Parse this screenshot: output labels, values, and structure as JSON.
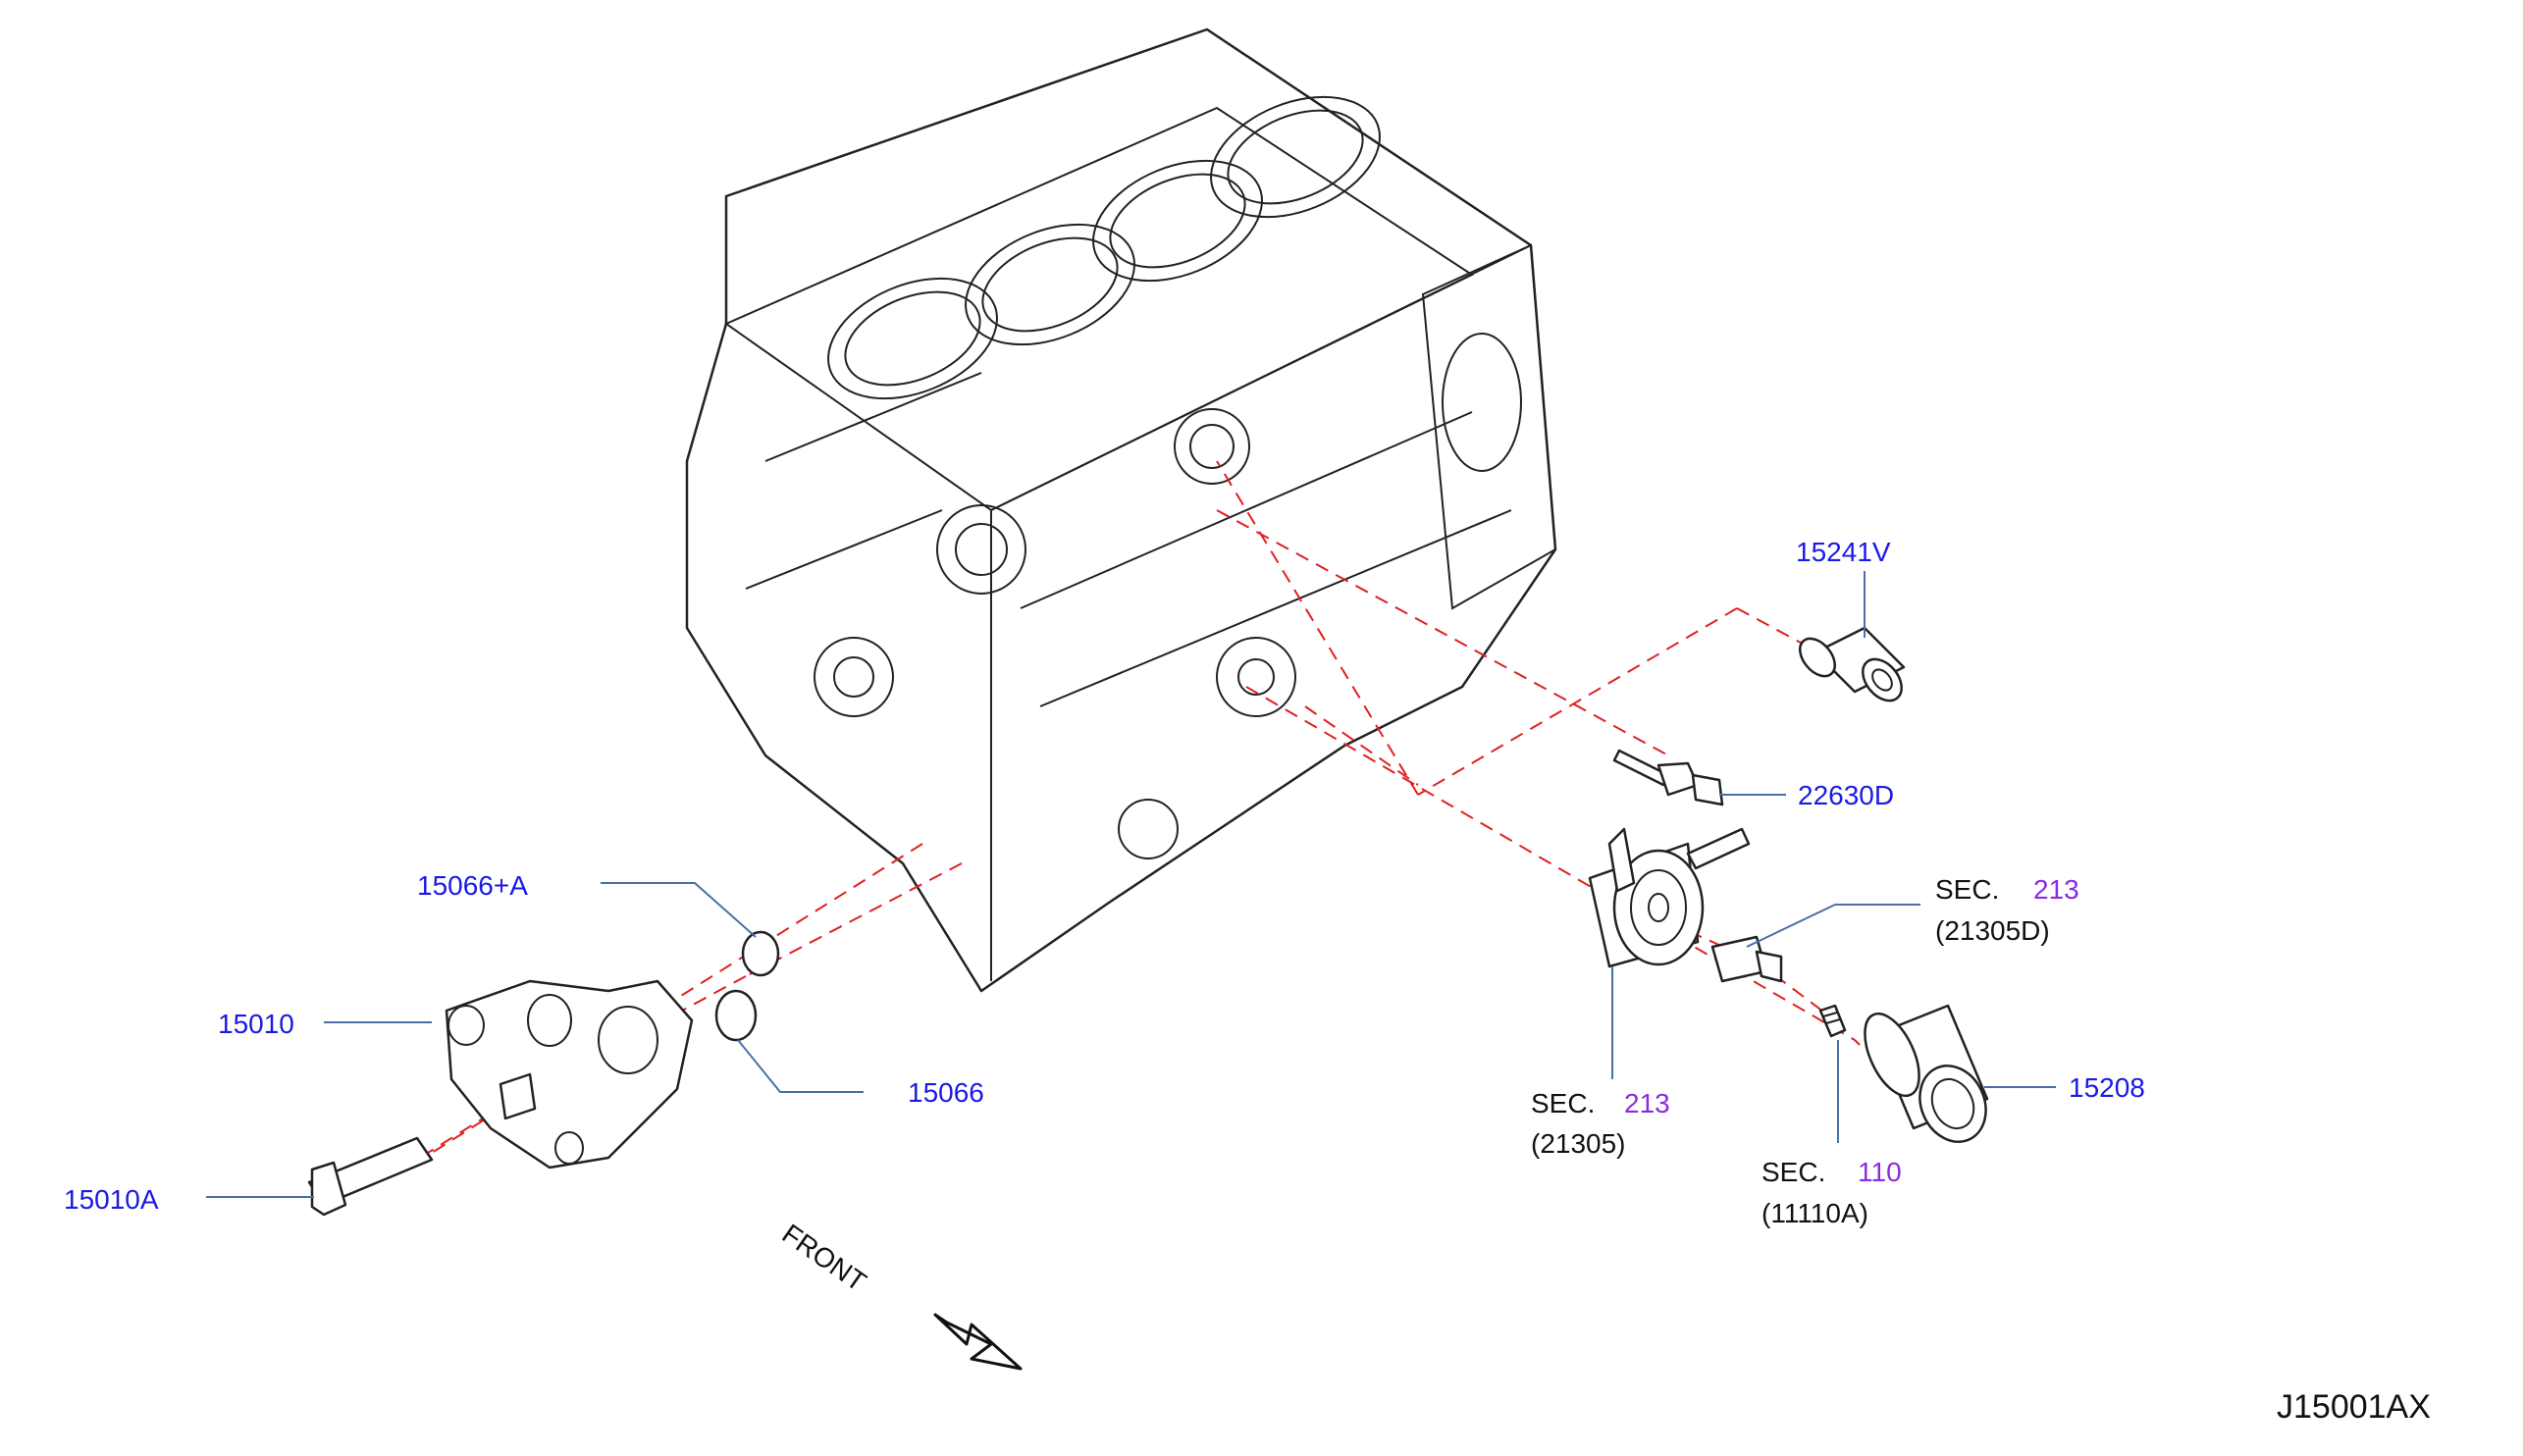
{
  "diagram_id": "J15001AX",
  "front_label": "FRONT",
  "callouts": {
    "p15241V": "15241V",
    "p22630D": "22630D",
    "p15066A": "15066+A",
    "p15010": "15010",
    "p15066": "15066",
    "p15010A": "15010A",
    "p15208": "15208"
  },
  "sec_refs": {
    "sec213_upper": {
      "prefix": "SEC.",
      "number": "213",
      "part": "(21305D)"
    },
    "sec213_lower": {
      "prefix": "SEC.",
      "number": "213",
      "part": "(21305)"
    },
    "sec110": {
      "prefix": "SEC.",
      "number": "110",
      "part": "(11110A)"
    }
  },
  "colors": {
    "part_number": "#1a1ae6",
    "section_number": "#8a2be2",
    "leader_line": "#4a6fa5",
    "assembly_dash": "#e02020"
  }
}
